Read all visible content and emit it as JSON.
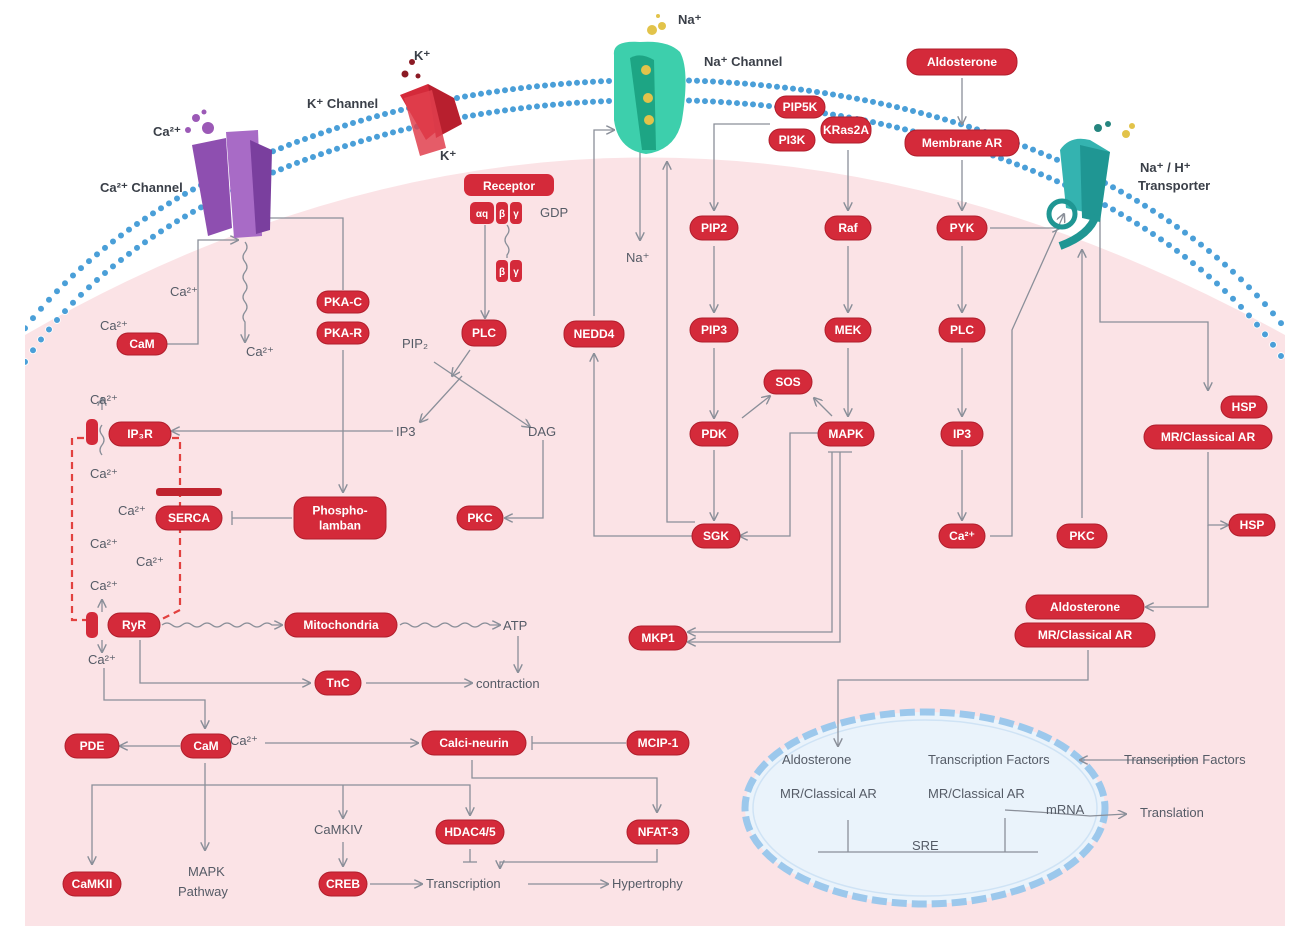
{
  "colors": {
    "cell_fill": "#fbe3e6",
    "node_fill": "#d42a3a",
    "membrane": "#4a9fd8",
    "nucleus": "#9cc8ec",
    "ca_channel": "#9b59b6",
    "k_channel": "#d42a3a",
    "na_channel": "#2dbf9a",
    "transporter": "#34b3b0"
  },
  "membrane_proteins": {
    "ca_channel_label": "Ca²⁺ Channel",
    "ca_ion": "Ca²⁺",
    "k_channel_label": "K⁺ Channel",
    "k_ion_out": "K⁺",
    "k_ion_in": "K⁺",
    "na_channel_label": "Na⁺ Channel",
    "na_ion_out": "Na⁺",
    "transporter_label_1": "Na⁺ / H⁺",
    "transporter_label_2": "Transporter"
  },
  "nodes": {
    "receptor": "Receptor",
    "galpha": "αq",
    "gbeta": "β",
    "ggamma": "γ",
    "gbeta2": "β",
    "ggamma2": "γ",
    "pka_c": "PKA-C",
    "pka_r": "PKA-R",
    "cam_top": "CaM",
    "plc": "PLC",
    "pkc_left": "PKC",
    "ip3r": "IP₃R",
    "serca": "SERCA",
    "phospholamban": "Phospho-\nlamban",
    "ryr": "RyR",
    "mitochondria": "Mitochondria",
    "tnc": "TnC",
    "pde": "PDE",
    "cam_bottom": "CaM",
    "calcineurin": "Calci-neurin",
    "mcip1": "MCIP-1",
    "hdac": "HDAC4/5",
    "nfat3": "NFAT-3",
    "camkii": "CaMKII",
    "creb": "CREB",
    "nedd4": "NEDD4",
    "pip5k": "PIP5K",
    "pi3k": "PI3K",
    "kras2a": "KRas2A",
    "pip2": "PIP2",
    "pip3": "PIP3",
    "pdk": "PDK",
    "sos": "SOS",
    "sgk": "SGK",
    "raf": "Raf",
    "mek": "MEK",
    "mapk": "MAPK",
    "mkp1": "MKP1",
    "aldosterone_top": "Aldosterone",
    "membrane_ar": "Membrane AR",
    "pyk": "PYK",
    "plc_right": "PLC",
    "ip3_right": "IP3",
    "ca_right": "Ca²⁺",
    "pkc_right": "PKC",
    "hsp_top": "HSP",
    "mr_classical_1": "MR/Classical AR",
    "hsp_right": "HSP",
    "aldosterone_mid": "Aldosterone",
    "mr_classical_2": "MR/Classical AR"
  },
  "labels": {
    "ca_a": "Ca²⁺",
    "ca_b": "Ca²⁺",
    "ca_c": "Ca²⁺",
    "gdp": "GDP",
    "pip2": "PIP₂",
    "ip3": "IP3",
    "dag": "DAG",
    "na_in": "Na⁺",
    "ca_d": "Ca²⁺",
    "ca_e": "Ca²⁺",
    "ca_f": "Ca²⁺",
    "ca_g": "Ca²⁺",
    "ca_h": "Ca²⁺",
    "ca_i": "Ca²⁺",
    "ca_j": "Ca²⁺",
    "ca_k": "Ca²⁺",
    "atp": "ATP",
    "contraction": "contraction",
    "camkiv": "CaMKIV",
    "mapk_pathway_1": "MAPK",
    "mapk_pathway_2": "Pathway",
    "transcription": "Transcription",
    "hypertrophy": "Hypertrophy",
    "nuc_aldosterone": "Aldosterone",
    "nuc_tf": "Transcription Factors",
    "out_tf": "Transcription Factors",
    "nuc_mr_1": "MR/Classical AR",
    "nuc_mr_2": "MR/Classical AR",
    "mrna": "mRNA",
    "translation": "Translation",
    "sre": "SRE"
  }
}
